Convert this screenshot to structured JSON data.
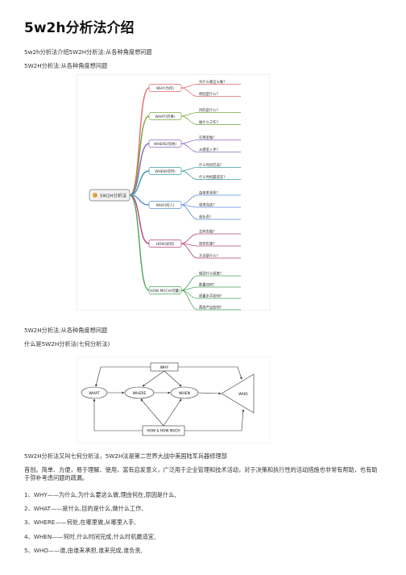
{
  "title": "5w2h分析法介绍",
  "intro1": "5w2h分析法介绍5W2H分析法:从各种角度想问题",
  "intro2": "5W2H分析法:从各种角度想问题",
  "mindmap": {
    "center": "5W2H分析法",
    "branches": [
      {
        "label": "WHY(为何)",
        "color": "#e26a6a",
        "leaves": [
          "为什么要这么做?",
          "原因是什么?"
        ]
      },
      {
        "label": "WHAT(何事)",
        "color": "#7aa83c",
        "leaves": [
          "目的是什么?",
          "做什么工作?"
        ]
      },
      {
        "label": "WHERE(何地)",
        "color": "#8a6bbf",
        "leaves": [
          "在哪里做?",
          "从哪里入手?"
        ]
      },
      {
        "label": "WHEN(何时)",
        "color": "#3b9aa8",
        "leaves": [
          "什么时间完成?",
          "什么时机最适宜?"
        ]
      },
      {
        "label": "WHO(何人)",
        "color": "#5b8fd6",
        "leaves": [
          "由谁来承担?",
          "谁来完成?",
          "谁负责?"
        ]
      },
      {
        "label": "HOW(如何)",
        "color": "#b6447a",
        "leaves": [
          "怎样去做?",
          "如何实施?",
          "方法是什么?"
        ]
      },
      {
        "label": "HOW MUCH(何量)",
        "color": "#4aa35a",
        "leaves": [
          "做到什么程度?",
          "数量如何?",
          "质量水平如何?",
          "费用产出如何?"
        ]
      }
    ]
  },
  "caption1": "5W2H分析法:从各种角度想问题",
  "caption2": "什么是5W2H分析法(七何分析法)",
  "flow": {
    "top": "WHY",
    "middle": [
      "WHAT",
      "WHERE",
      "WHEN"
    ],
    "right": "WHO",
    "bottom": "HOW & HOW MUCH"
  },
  "para1": "5W2H分析法又叫七何分析法，5W2H法是第二世界大战中美国陆军兵器修理部",
  "para2": "首创。简单、方便，易于理解、使用，富有启发意义，广泛用于企业管理和技术活动，对于决策和执行性的活动措施也非常有帮助，也有助于弥补考虑问题的疏漏。",
  "list": [
    "1、WHY——为什么,为什么要这么做,理由何在,原因是什么,",
    "2、WHAT——是什么,目的是什么,做什么工作,",
    "3、WHERE——何处,在哪里做,从哪里入手,",
    "4、WHEN——何时,什么时间完成,什么时机最适宜,",
    "5、WHO——谁,由谁来承担,谁来完成,谁负责,"
  ]
}
